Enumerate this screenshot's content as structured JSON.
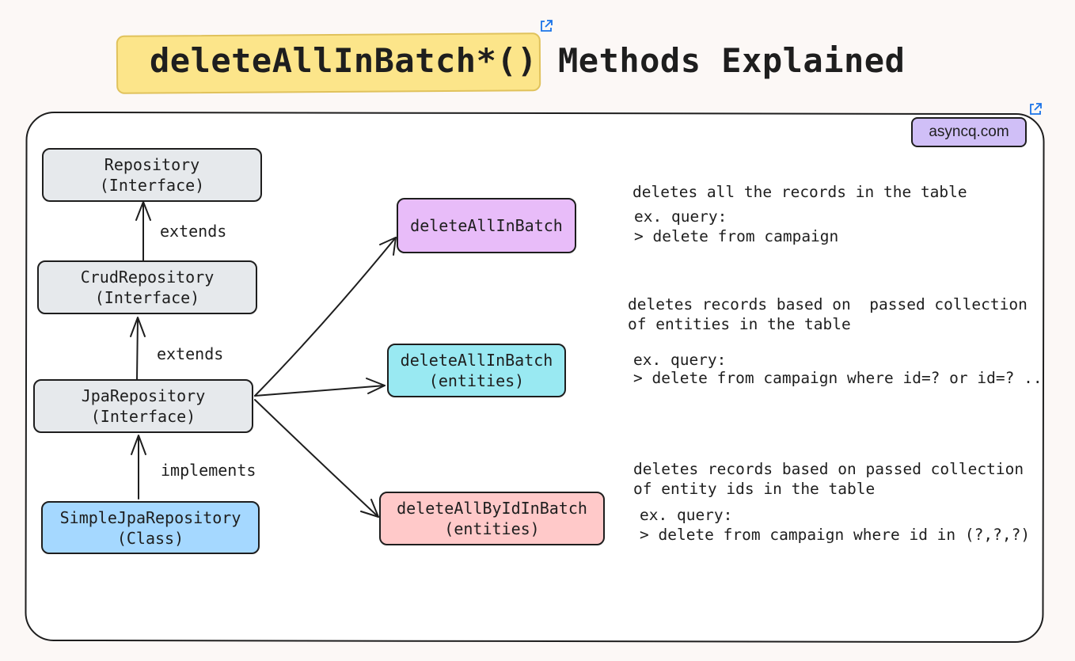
{
  "title": {
    "code": "deleteAllInBatch*()",
    "rest": "Methods Explained"
  },
  "brand": "asyncq.com",
  "hierarchy": {
    "repository": {
      "name": "Repository",
      "kind": "(Interface)"
    },
    "crud": {
      "name": "CrudRepository",
      "kind": "(Interface)"
    },
    "jpa": {
      "name": "JpaRepository",
      "kind": "(Interface)"
    },
    "simple": {
      "name": "SimpleJpaRepository",
      "kind": "(Class)"
    },
    "labels": {
      "crud_to_repo": "extends",
      "jpa_to_crud": "extends",
      "simple_to_jpa": "implements"
    }
  },
  "methods": [
    {
      "name": "deleteAllInBatch",
      "param": "",
      "color": "#e8bcf9",
      "description": "deletes all the records in the table",
      "query_label": "ex. query:",
      "query": "> delete from campaign"
    },
    {
      "name": "deleteAllInBatch",
      "param": "(entities)",
      "color": "#99e9f2",
      "description": "deletes records based on  passed collection\nof entities in the table",
      "query_label": "ex. query:",
      "query": "> delete from campaign where id=? or id=? .."
    },
    {
      "name": "deleteAllByIdInBatch",
      "param": "(entities)",
      "color": "#ffc9c9",
      "description": "deletes records based on passed collection\nof entity ids in the table",
      "query_label": "ex. query:",
      "query": "> delete from campaign where id in (?,?,?)"
    }
  ],
  "colors": {
    "background": "#fcf8f6",
    "highlight": "#fce58a",
    "interface": "#e6e9ec",
    "class": "#a5d8ff",
    "brand": "#d0bff7"
  },
  "icons": [
    "external-link-icon"
  ]
}
